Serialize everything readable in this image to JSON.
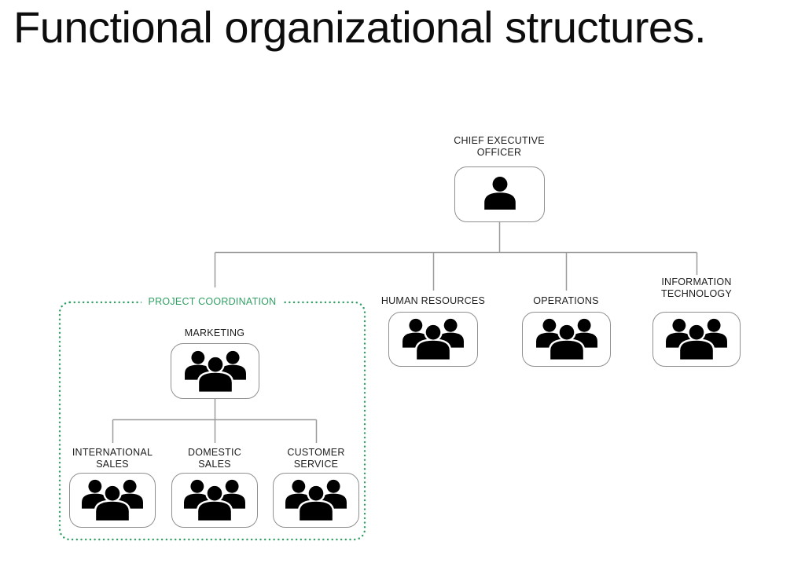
{
  "title": "Functional organizational structures.",
  "colors": {
    "accent_green": "#2f9f63",
    "connector_gray": "#9b9b9b",
    "box_border_gray": "#8f8f8f",
    "icon_black": "#000000",
    "label_text": "#1c1c1c"
  },
  "chart_type": "org-chart",
  "nodes": {
    "ceo": {
      "label_lines": [
        "CHIEF EXECUTIVE",
        "OFFICER"
      ],
      "icon": "single-person"
    },
    "project_coordination": {
      "label": "PROJECT COORDINATION",
      "frame_style": "green-dotted",
      "contains": [
        "marketing",
        "international_sales",
        "domestic_sales",
        "customer_service"
      ]
    },
    "marketing": {
      "label_lines": [
        "MARKETING"
      ],
      "icon": "people-group"
    },
    "international_sales": {
      "label_lines": [
        "INTERNATIONAL",
        "SALES"
      ],
      "icon": "people-group"
    },
    "domestic_sales": {
      "label_lines": [
        "DOMESTIC",
        "SALES"
      ],
      "icon": "people-group"
    },
    "customer_service": {
      "label_lines": [
        "CUSTOMER",
        "SERVICE"
      ],
      "icon": "people-group"
    },
    "human_resources": {
      "label_lines": [
        "HUMAN RESOURCES"
      ],
      "icon": "people-group"
    },
    "operations": {
      "label_lines": [
        "OPERATIONS"
      ],
      "icon": "people-group"
    },
    "information_technology": {
      "label_lines": [
        "INFORMATION",
        "TECHNOLOGY"
      ],
      "icon": "people-group"
    }
  },
  "edges": [
    {
      "from": "ceo",
      "to": "marketing"
    },
    {
      "from": "ceo",
      "to": "human_resources"
    },
    {
      "from": "ceo",
      "to": "operations"
    },
    {
      "from": "ceo",
      "to": "information_technology"
    },
    {
      "from": "marketing",
      "to": "international_sales"
    },
    {
      "from": "marketing",
      "to": "domestic_sales"
    },
    {
      "from": "marketing",
      "to": "customer_service"
    }
  ]
}
